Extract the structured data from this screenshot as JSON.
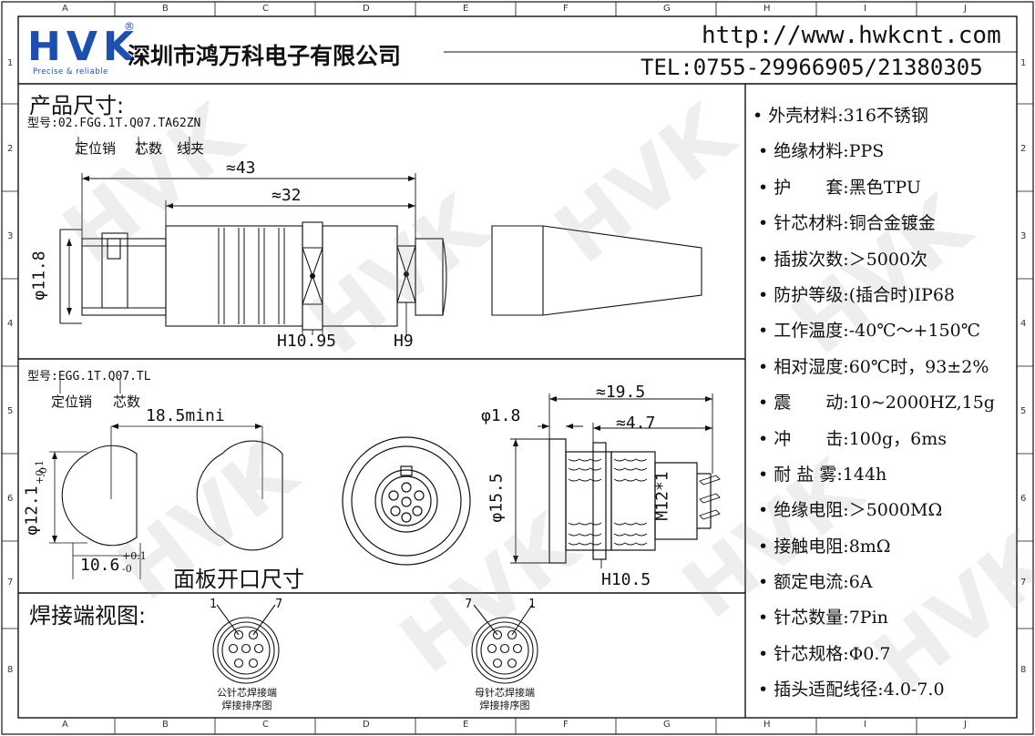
{
  "ruler": {
    "columns": [
      "A",
      "B",
      "C",
      "D",
      "E",
      "F",
      "G",
      "H",
      "I",
      "J"
    ],
    "rows": [
      "1",
      "2",
      "3",
      "4",
      "5",
      "6",
      "7",
      "8"
    ]
  },
  "header": {
    "logo_text": "HVK",
    "logo_reg": "®",
    "slogan": "Precise & reliable",
    "company": "深圳市鸿万科电子有限公司",
    "url": "http://www.hwkcnt.com",
    "tel": "TEL:0755-29966905/21380305"
  },
  "plug_section": {
    "title": "产品尺寸:",
    "model": "型号:02.FGG.1T.Q07.TA62ZN",
    "labels": [
      "定位销",
      "芯数",
      "线夹"
    ],
    "dims": {
      "overall": "≈43",
      "body": "≈32",
      "diameter": "φ11.8",
      "hex1": "H10.95",
      "hex2": "H9"
    }
  },
  "socket_section": {
    "model": "型号:EGG.1T.Q07.TL",
    "labels": [
      "定位销",
      "芯数"
    ],
    "dims": {
      "cut_spacing": "18.5mini",
      "cut_dia": "φ12.1",
      "cut_dia_tol_up": "+0.1",
      "cut_dia_tol_low": "-0",
      "cut_flat": "10.6",
      "cut_flat_tol_up": "+0.1",
      "cut_flat_tol_low": "-0",
      "length": "≈19.5",
      "thread_len": "≈4.7",
      "flange_thk": "φ1.8",
      "flange_dia": "φ15.5",
      "thread": "M12*1",
      "hex": "H10.5"
    },
    "panel_title": "面板开口尺寸"
  },
  "solder_section": {
    "title": "焊接端视图:",
    "male": {
      "pin_a": "1",
      "pin_b": "7",
      "caption1": "公针芯焊接端",
      "caption2": "焊接排序图"
    },
    "female": {
      "pin_a": "7",
      "pin_b": "1",
      "caption1": "母针芯焊接端",
      "caption2": "焊接排序图"
    }
  },
  "specs": [
    "外壳材料:316不锈钢",
    "绝缘材料:PPS",
    "护　　套:黑色TPU",
    "针芯材料:铜合金镀金",
    "插拔次数:＞5000次",
    "防护等级:(插合时)IP68",
    "工作温度:-40℃～+150℃",
    "相对湿度:60℃时，93±2%",
    "震　　动:10~2000HZ,15g",
    "冲　　击:100g，6ms",
    "耐 盐 雾:144h",
    "绝缘电阻:＞5000MΩ",
    "接触电阻:8mΩ",
    "额定电流:6A",
    "针芯数量:7Pin",
    "针芯规格:Φ0.7",
    "插头适配线径:4.0-7.0"
  ],
  "watermark": "HVK",
  "colors": {
    "brand": "#1c4fb0",
    "line": "#111111"
  }
}
